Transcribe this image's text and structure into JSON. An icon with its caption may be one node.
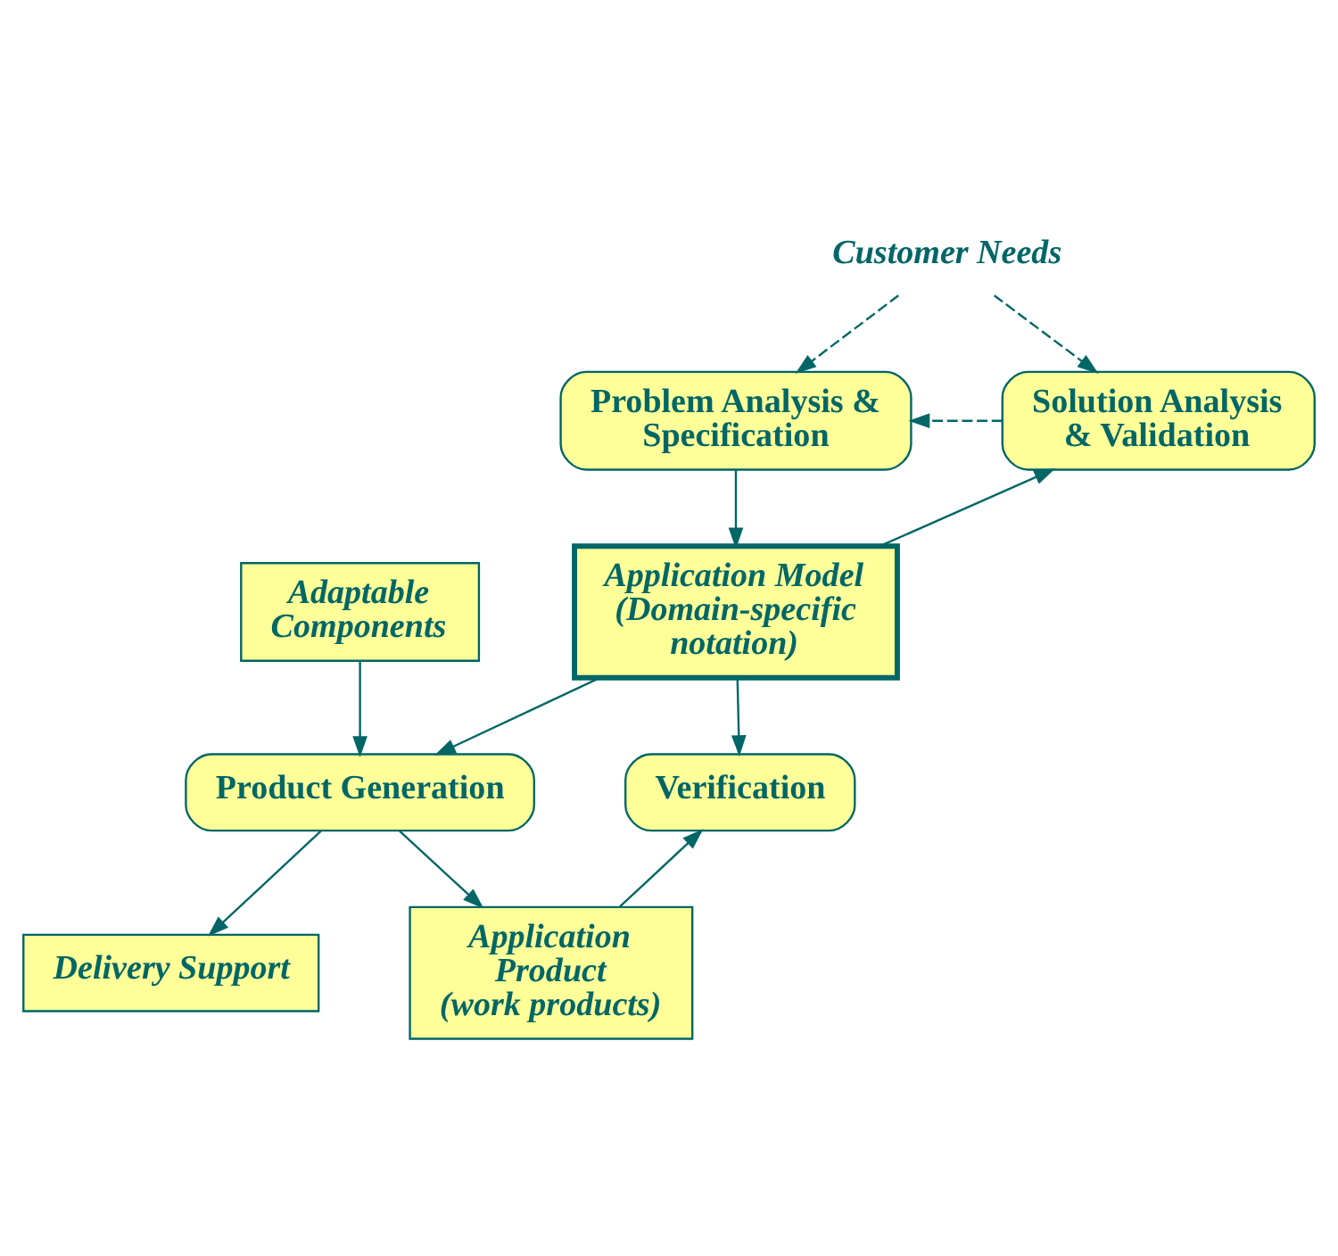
{
  "diagram": {
    "nodes": [
      {
        "text": [
          "Customer Needs"
        ]
      },
      {
        "text": [
          "Problem Analysis & Specification"
        ]
      },
      {
        "text": [
          "Solution Analysis & Validation"
        ]
      },
      {
        "text": [
          "Adaptable Components"
        ]
      },
      {
        "text": [
          "Application Model",
          "(Domain-specific notation)"
        ]
      },
      {
        "text": [
          "Product Generation"
        ]
      },
      {
        "text": [
          "Verification"
        ]
      },
      {
        "text": [
          "Delivery Support"
        ]
      },
      {
        "text": [
          "Application Product",
          "(work products)"
        ]
      }
    ],
    "edges": [
      {
        "from": 0,
        "to": 1,
        "arrow": "to",
        "style": "dashed"
      },
      {
        "from": 0,
        "to": 2,
        "arrow": "to",
        "style": "dashed"
      },
      {
        "from": 2,
        "to": 1,
        "arrow": "to",
        "style": "dashed"
      },
      {
        "from": 1,
        "to": 4,
        "arrow": "to"
      },
      {
        "from": 4,
        "to": 2,
        "arrow": "to"
      },
      {
        "from": 3,
        "to": 5,
        "arrow": "to"
      },
      {
        "from": 4,
        "to": 5,
        "arrow": "to"
      },
      {
        "from": 4,
        "to": 6,
        "arrow": "to"
      },
      {
        "from": 5,
        "to": 7,
        "arrow": "to"
      },
      {
        "from": 5,
        "to": 8,
        "arrow": "to"
      },
      {
        "from": 8,
        "to": 6,
        "arrow": "to"
      }
    ]
  }
}
